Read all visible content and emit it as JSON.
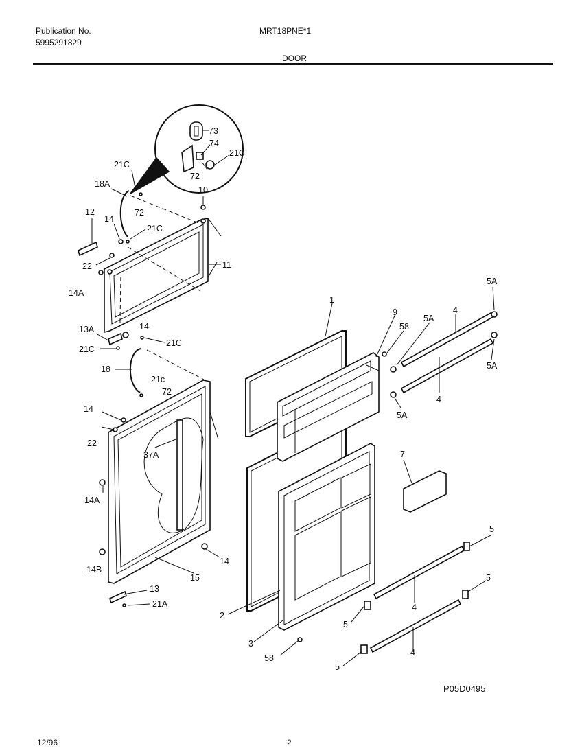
{
  "header": {
    "publication_label": "Publication No.",
    "publication_number": "5995291829",
    "model": "MRT18PNE*1",
    "section": "DOOR"
  },
  "footer": {
    "date": "12/96",
    "page": "2",
    "drawing_code": "P05D0495"
  },
  "callouts": {
    "c73": "73",
    "c74": "74",
    "c21C_inset": "21C",
    "c72_inset": "72",
    "c21C_top": "21C",
    "c18A": "18A",
    "c72_top": "72",
    "c10": "10",
    "c12": "12",
    "c14_top": "14",
    "c21C_mid": "21C",
    "c11": "11",
    "c22_top": "22",
    "c14A_top": "14A",
    "c13A": "13A",
    "c14_hinge": "14",
    "c21C_hr": "21C",
    "c21C_hl": "21C",
    "c18": "18",
    "c21c_low": "21c",
    "c72_low": "72",
    "c14_low": "14",
    "c22_low": "22",
    "c37A": "37A",
    "c14A_low": "14A",
    "c14B": "14B",
    "c14_br": "14",
    "c15": "15",
    "c13": "13",
    "c21A": "21A",
    "c1": "1",
    "c9": "9",
    "c58_top": "58",
    "c5A_1": "5A",
    "c4_1": "4",
    "c5A_tr": "5A",
    "c5A_r2": "5A",
    "c4_2": "4",
    "c5A_3": "5A",
    "c7": "7",
    "c2": "2",
    "c3": "3",
    "c58_bot": "58",
    "c5_r1": "5",
    "c5_r2": "5",
    "c4_3": "4",
    "c5_l1": "5",
    "c4_4": "4",
    "c5_l2": "5"
  }
}
